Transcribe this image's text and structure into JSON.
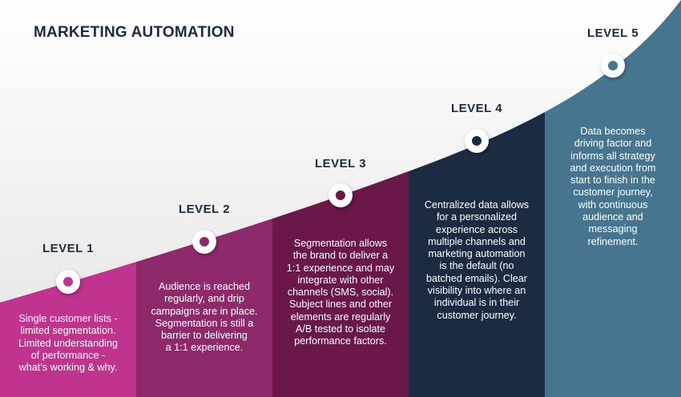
{
  "title": "MARKETING AUTOMATION",
  "colors": {
    "background_top": "#ffffff",
    "background_curve": "#e4e4e4",
    "heading": "#1b2b42"
  },
  "levels": [
    {
      "label": "LEVEL 1",
      "color": "#c0338e",
      "lines": [
        "Single customer lists -",
        "limited segmentation.",
        "Limited understanding",
        "of performance -",
        "what’s working & why."
      ]
    },
    {
      "label": "LEVEL 2",
      "color": "#8e2a6c",
      "lines": [
        "Audience is reached",
        "regularly, and drip",
        "campaigns are in place.",
        "Segmentation is still a",
        "barrier to delivering",
        "a 1:1 experience."
      ]
    },
    {
      "label": "LEVEL 3",
      "color": "#6a1749",
      "lines": [
        "Segmentation allows",
        "the brand to deliver a",
        "1:1 experience and may",
        "integrate with other",
        "channels (SMS, social).",
        "Subject lines and other",
        "elements are regularly",
        "A/B tested to isolate",
        "performance factors."
      ]
    },
    {
      "label": "LEVEL 4",
      "color": "#1b2b42",
      "lines": [
        "Centralized data allows",
        "for a personalized",
        "experience across",
        "multiple channels and",
        "marketing automation",
        "is the default (no",
        "batched emails). Clear",
        "visibility into where an",
        "individual is in their",
        "customer journey."
      ]
    },
    {
      "label": "LEVEL 5",
      "color": "#46758f",
      "lines": [
        "Data becomes",
        "driving factor and",
        "informs all strategy",
        "and execution from",
        "start to finish in the",
        "customer journey,",
        "with continuous",
        "audience and",
        "messaging",
        "refinement."
      ]
    }
  ]
}
